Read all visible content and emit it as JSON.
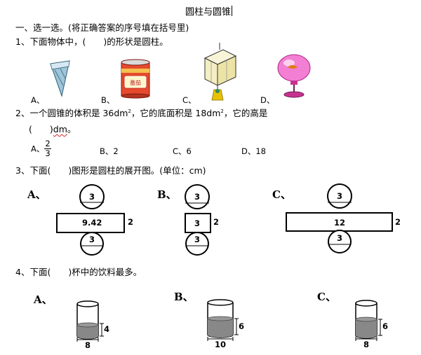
{
  "doc": {
    "title": "圆柱与圆锥",
    "section1": "一、选一选。(将正确答案的序号填在括号里)",
    "q1": {
      "text": "1、下面物体中，(　　)的形状是圆柱。",
      "options": [
        "A、",
        "B、",
        "C、",
        "D、"
      ],
      "can_label": "番茄"
    },
    "q2": {
      "line1_pre": "2、一个圆锥的体积是 36dm",
      "line1_mid": "，它的底面积是 18dm",
      "line1_post": "，它的高是",
      "sup": "2",
      "line2_pre": "(　　)",
      "line2_unit": "dm",
      "line2_end": "。",
      "options": {
        "a_label": "A、",
        "a_num": "2",
        "a_den": "3",
        "b": "B、2",
        "c": "C、6",
        "d": "D、18"
      }
    },
    "q3": {
      "text": "3、下面(　　)图形是圆柱的展开图。(单位：cm)",
      "figA": {
        "label": "A、",
        "top": "3",
        "rect": "9.42",
        "side": "2",
        "bottom": "3"
      },
      "figB": {
        "label": "B、",
        "top": "3",
        "rect": "3",
        "side": "2",
        "bottom": "3"
      },
      "figC": {
        "label": "C、",
        "top": "3",
        "rect": "12",
        "side": "2",
        "bottom": "3"
      }
    },
    "q4": {
      "text": "4、下面(　　)杯中的饮料最多。",
      "cups": [
        {
          "label": "A、",
          "height": "4",
          "width": "8"
        },
        {
          "label": "B、",
          "height": "6",
          "width": "10"
        },
        {
          "label": "C、",
          "height": "6",
          "width": "8"
        }
      ]
    }
  },
  "colors": {
    "accent_red": "#dd1111",
    "liquid": "#888888",
    "cone": "#9ec5d8",
    "lantern": "#f4eec2",
    "tassel": "#e8c200",
    "lamp": "#f27fd3"
  }
}
